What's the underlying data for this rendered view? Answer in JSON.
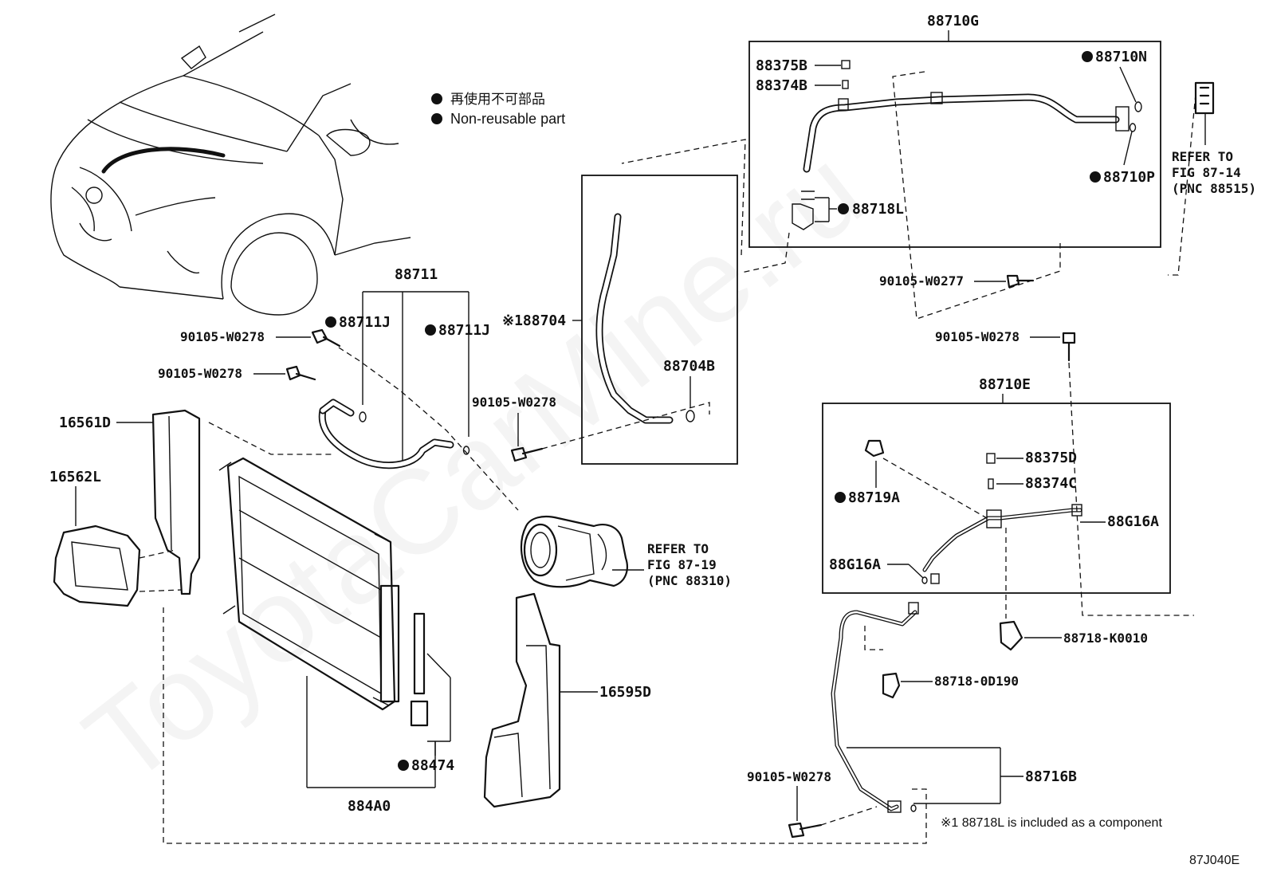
{
  "legend": {
    "japanese": "再使用不可部品",
    "english": "Non-reusable part"
  },
  "watermark": "ToyotaCarMine.ru",
  "diagram_code": "87J040E",
  "footnote": "※1 88718L is included as a component",
  "labels": {
    "p88710G": "88710G",
    "p88375B": "88375B",
    "p88374B": "88374B",
    "p88710N": "88710N",
    "p88710P": "88710P",
    "p88718L": "88718L",
    "refer_87_14_a": "REFER TO",
    "refer_87_14_b": "FIG 87-14",
    "refer_87_14_c": "(PNC 88515)",
    "w0277": "90105-W0277",
    "p88711": "88711",
    "p88711J_left": "88711J",
    "p88711J_right": "88711J",
    "p88704": "※188704",
    "p88704B": "88704B",
    "w0278_a": "90105-W0278",
    "w0278_b": "90105-W0278",
    "w0278_c": "90105-W0278",
    "w0278_d": "90105-W0278",
    "w0278_e": "90105-W0278",
    "p16561D": "16561D",
    "p16562L": "16562L",
    "refer_87_19_a": "REFER TO",
    "refer_87_19_b": "FIG 87-19",
    "refer_87_19_c": "(PNC 88310)",
    "p88710E": "88710E",
    "p88375D": "88375D",
    "p88374C": "88374C",
    "p88719A": "88719A",
    "p88G16A_right": "88G16A",
    "p88G16A_left": "88G16A",
    "p88718K0010": "88718-K0010",
    "p888718_0D190": "88718-0D190",
    "p16595D": "16595D",
    "p88474": "88474",
    "p884A0": "884A0",
    "p88716B": "88716B"
  }
}
